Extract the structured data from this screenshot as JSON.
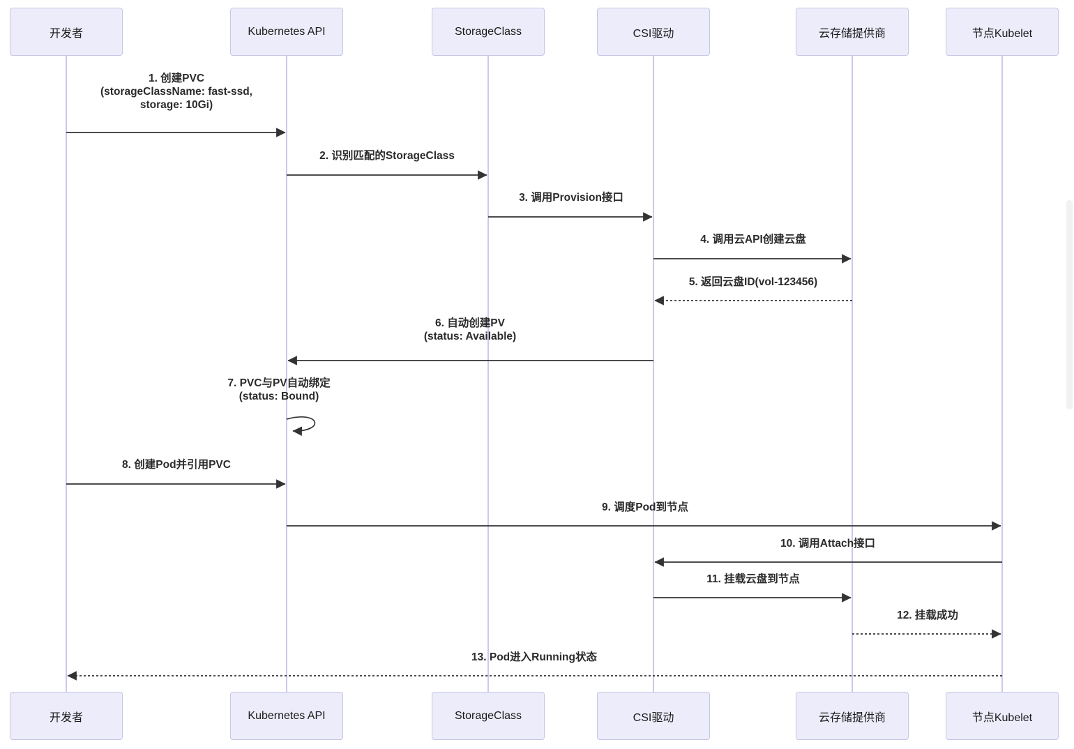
{
  "diagram": {
    "type": "sequence-diagram",
    "topic": "Kubernetes PVC provisioning",
    "actors": [
      {
        "id": "developer",
        "label": "开发者"
      },
      {
        "id": "kubernetes-api",
        "label": "Kubernetes API"
      },
      {
        "id": "storageclass",
        "label": "StorageClass"
      },
      {
        "id": "csi-driver",
        "label": "CSI驱动"
      },
      {
        "id": "cloud-storage-provider",
        "label": "云存储提供商"
      },
      {
        "id": "node-kubelet",
        "label": "节点Kubelet"
      }
    ],
    "messages": [
      {
        "seq": "1",
        "from": "开发者",
        "to": "Kubernetes API",
        "arrow": "solid",
        "text": "1. 创建PVC\n(storageClassName: fast-ssd,\nstorage: 10Gi)"
      },
      {
        "seq": "2",
        "from": "Kubernetes API",
        "to": "StorageClass",
        "arrow": "solid",
        "text": "2. 识别匹配的StorageClass"
      },
      {
        "seq": "3",
        "from": "StorageClass",
        "to": "CSI驱动",
        "arrow": "solid",
        "text": "3. 调用Provision接口"
      },
      {
        "seq": "4",
        "from": "CSI驱动",
        "to": "云存储提供商",
        "arrow": "solid",
        "text": "4. 调用云API创建云盘"
      },
      {
        "seq": "5",
        "from": "云存储提供商",
        "to": "CSI驱动",
        "arrow": "dashed",
        "text": "5. 返回云盘ID(vol-123456)"
      },
      {
        "seq": "6",
        "from": "CSI驱动",
        "to": "Kubernetes API",
        "arrow": "solid",
        "text": "6. 自动创建PV\n(status: Available)"
      },
      {
        "seq": "7",
        "from": "Kubernetes API",
        "to": "Kubernetes API",
        "arrow": "self",
        "text": "7. PVC与PV自动绑定\n(status: Bound)"
      },
      {
        "seq": "8",
        "from": "开发者",
        "to": "Kubernetes API",
        "arrow": "solid",
        "text": "8. 创建Pod并引用PVC"
      },
      {
        "seq": "9",
        "from": "Kubernetes API",
        "to": "节点Kubelet",
        "arrow": "solid",
        "text": "9. 调度Pod到节点"
      },
      {
        "seq": "10",
        "from": "节点Kubelet",
        "to": "CSI驱动",
        "arrow": "solid",
        "text": "10. 调用Attach接口"
      },
      {
        "seq": "11",
        "from": "CSI驱动",
        "to": "云存储提供商",
        "arrow": "solid",
        "text": "11. 挂载云盘到节点"
      },
      {
        "seq": "12",
        "from": "云存储提供商",
        "to": "节点Kubelet",
        "arrow": "dashed",
        "text": "12. 挂载成功"
      },
      {
        "seq": "13",
        "from": "节点Kubelet",
        "to": "开发者",
        "arrow": "dashed",
        "text": "13. Pod进入Running状态"
      }
    ]
  },
  "colors": {
    "bg_color": "#ffffff",
    "actor_fill": "#ececfb",
    "actor_border": "#c6c6e5",
    "lifeline_color": "#cfc7ec",
    "arrow_color": "#333333",
    "text_color": "#2b2b2b"
  }
}
